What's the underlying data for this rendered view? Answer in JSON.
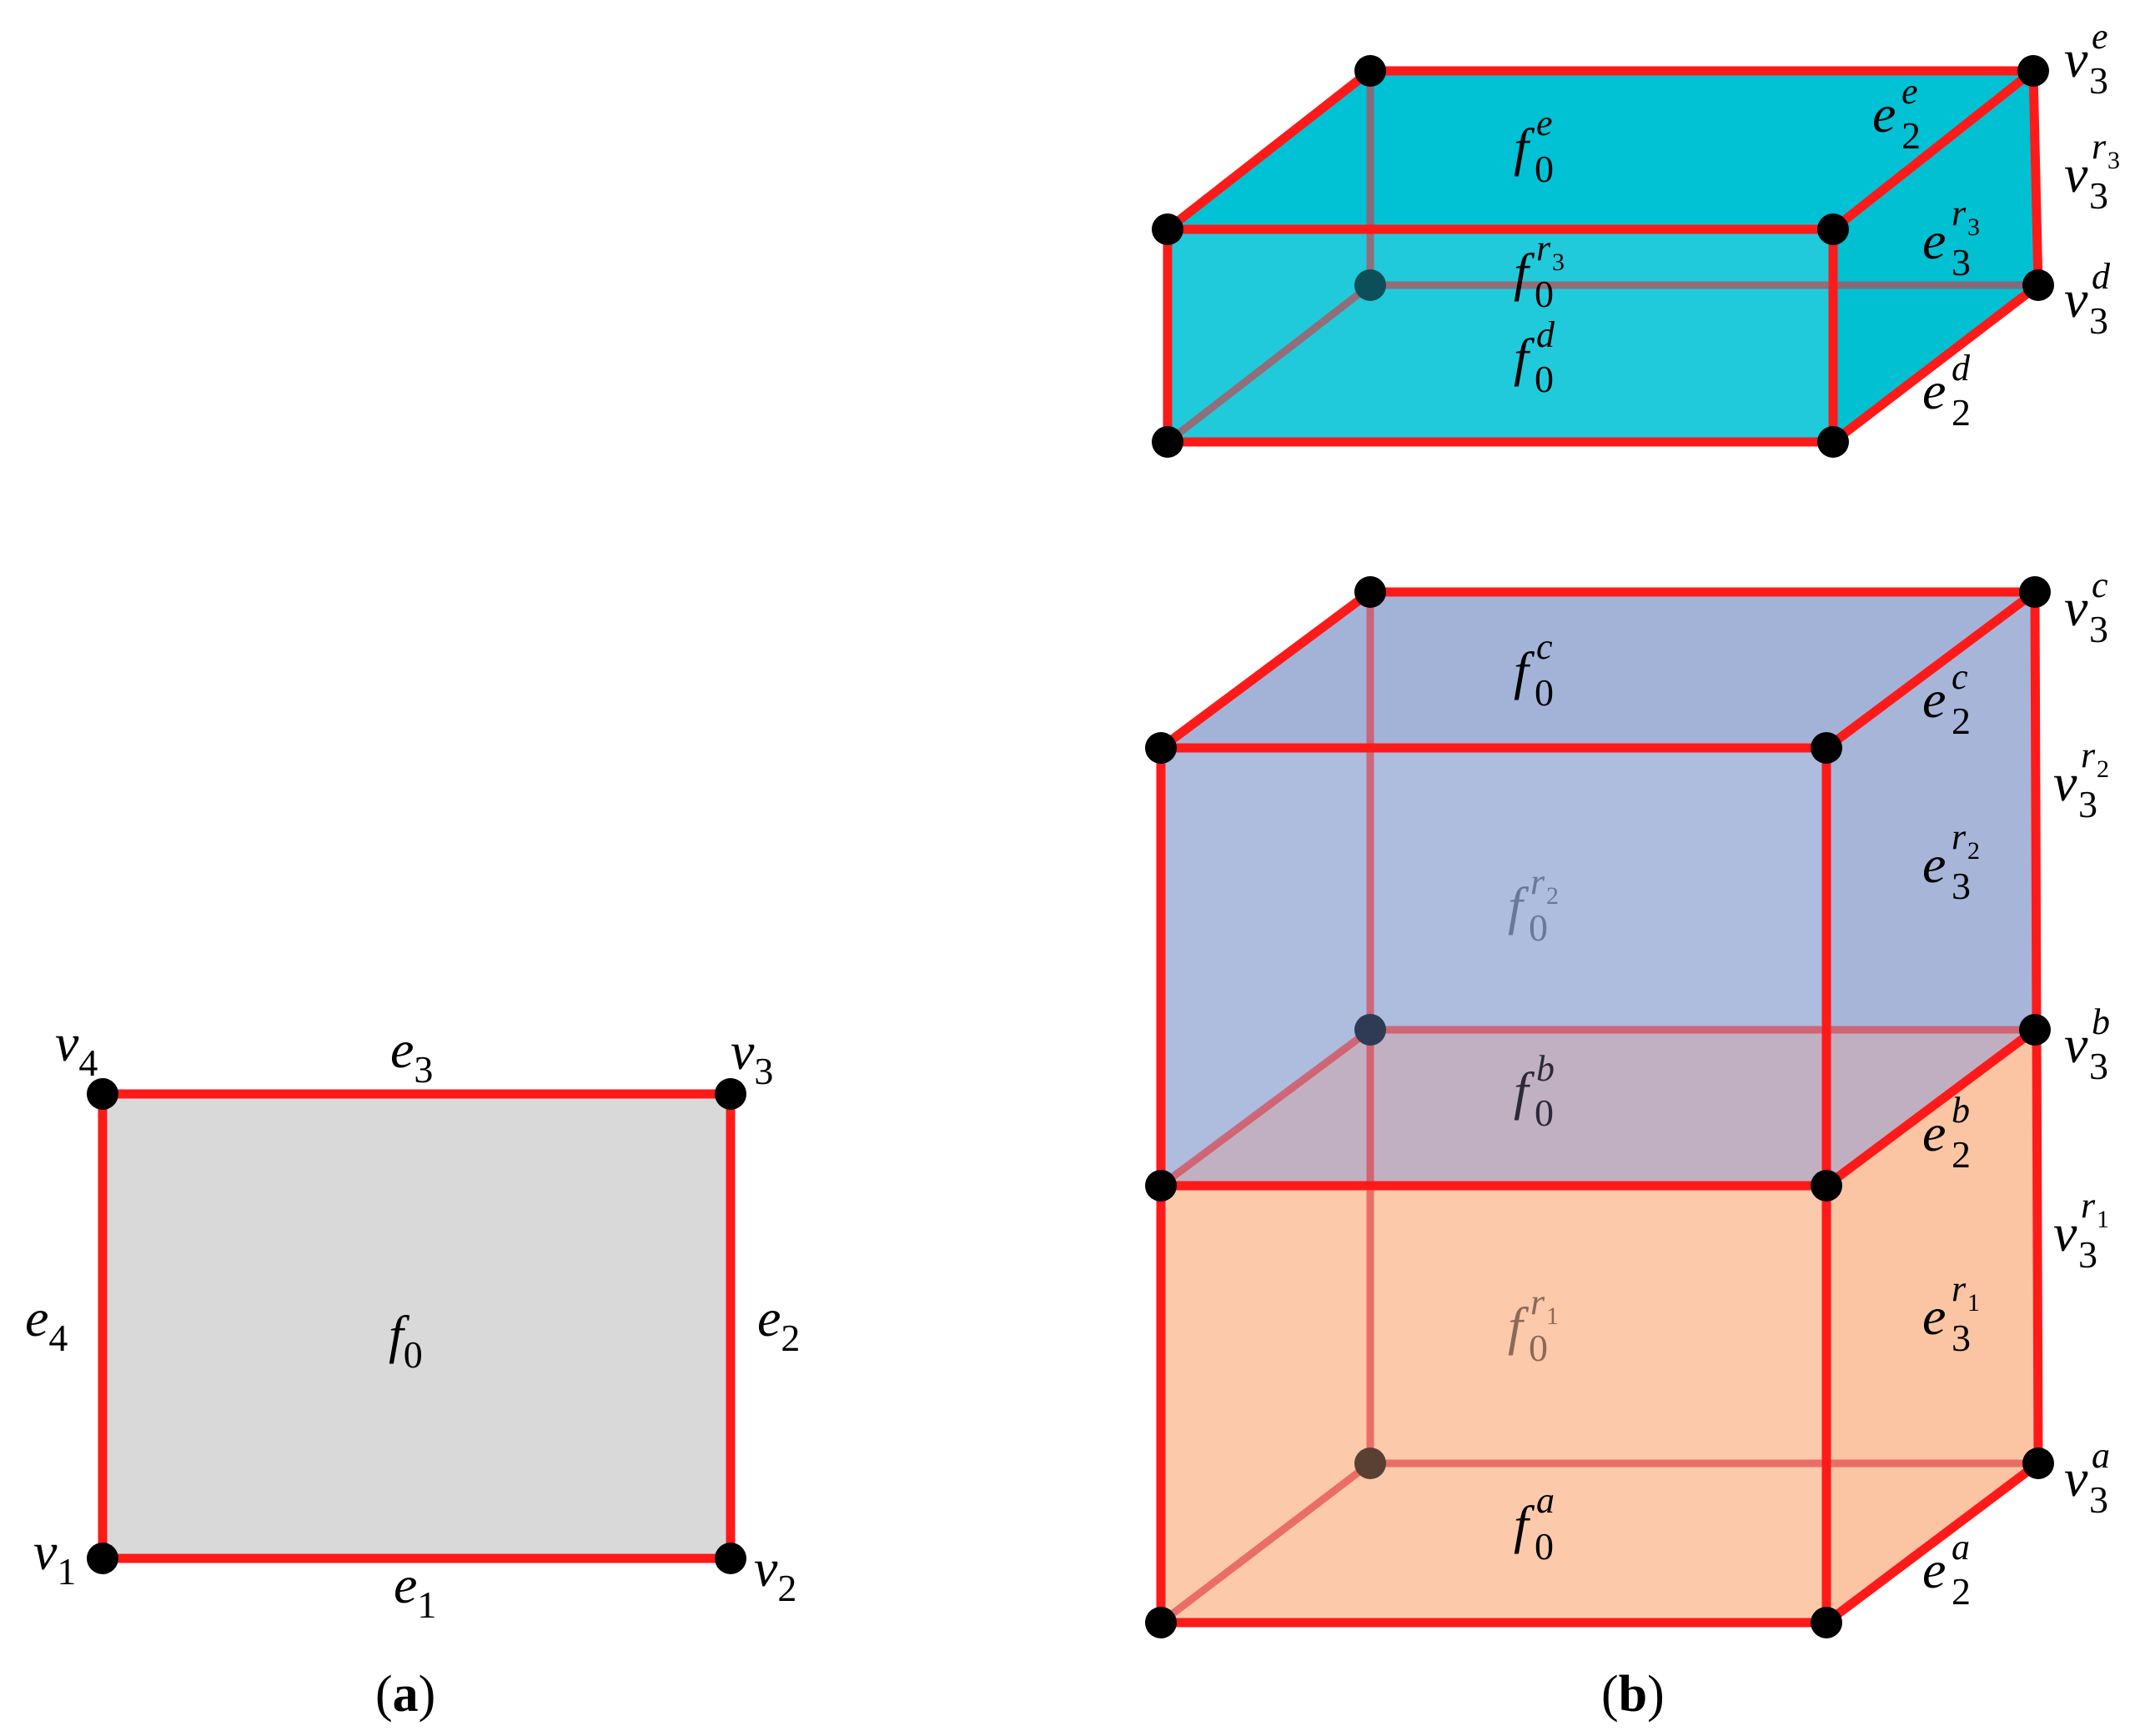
{
  "colors": {
    "edge": "#ff1a1a",
    "face_a": "#d9d9d9",
    "box_top": "#00c5d6",
    "box_blue": "#a4b4d8",
    "box_orange": "#fbc6a6",
    "vertex": "#000000"
  },
  "panel_a": {
    "caption": {
      "open": "(",
      "letter": "a",
      "close": ")"
    },
    "vertices": [
      {
        "base": "v",
        "sub": "1"
      },
      {
        "base": "v",
        "sub": "2"
      },
      {
        "base": "v",
        "sub": "3"
      },
      {
        "base": "v",
        "sub": "4"
      }
    ],
    "edges": [
      {
        "base": "e",
        "sub": "1"
      },
      {
        "base": "e",
        "sub": "2"
      },
      {
        "base": "e",
        "sub": "3"
      },
      {
        "base": "e",
        "sub": "4"
      }
    ],
    "face": {
      "base": "f",
      "sub": "0"
    }
  },
  "panel_b": {
    "caption": {
      "open": "(",
      "letter": "b",
      "close": ")"
    },
    "vertex_labels": [
      {
        "base": "v",
        "sub": "3",
        "sup": "e"
      },
      {
        "base": "v",
        "sub": "3",
        "sup": "r",
        "sup_sub": "3"
      },
      {
        "base": "v",
        "sub": "3",
        "sup": "d"
      },
      {
        "base": "v",
        "sub": "3",
        "sup": "c"
      },
      {
        "base": "v",
        "sub": "3",
        "sup": "r",
        "sup_sub": "2"
      },
      {
        "base": "v",
        "sub": "3",
        "sup": "b"
      },
      {
        "base": "v",
        "sub": "3",
        "sup": "r",
        "sup_sub": "1"
      },
      {
        "base": "v",
        "sub": "3",
        "sup": "a"
      }
    ],
    "edge_labels": [
      {
        "base": "e",
        "sub": "2",
        "sup": "e"
      },
      {
        "base": "e",
        "sub": "3",
        "sup": "r",
        "sup_sub": "3"
      },
      {
        "base": "e",
        "sub": "2",
        "sup": "d"
      },
      {
        "base": "e",
        "sub": "2",
        "sup": "c"
      },
      {
        "base": "e",
        "sub": "3",
        "sup": "r",
        "sup_sub": "2"
      },
      {
        "base": "e",
        "sub": "2",
        "sup": "b"
      },
      {
        "base": "e",
        "sub": "3",
        "sup": "r",
        "sup_sub": "1"
      },
      {
        "base": "e",
        "sub": "2",
        "sup": "a"
      }
    ],
    "face_labels": [
      {
        "base": "f",
        "sub": "0",
        "sup": "e"
      },
      {
        "base": "f",
        "sub": "0",
        "sup": "r",
        "sup_sub": "3"
      },
      {
        "base": "f",
        "sub": "0",
        "sup": "d"
      },
      {
        "base": "f",
        "sub": "0",
        "sup": "c"
      },
      {
        "base": "f",
        "sub": "0",
        "sup": "r",
        "sup_sub": "2"
      },
      {
        "base": "f",
        "sub": "0",
        "sup": "b"
      },
      {
        "base": "f",
        "sub": "0",
        "sup": "r",
        "sup_sub": "1"
      },
      {
        "base": "f",
        "sub": "0",
        "sup": "a"
      }
    ]
  }
}
